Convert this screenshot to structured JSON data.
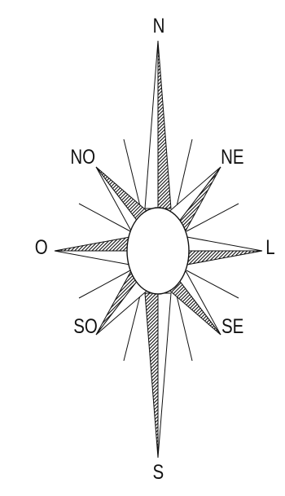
{
  "compass": {
    "labels": {
      "n": "N",
      "ne": "NE",
      "no": "NO",
      "o": "O",
      "l": "L",
      "so": "SO",
      "se": "SE",
      "s": "S"
    },
    "colors": {
      "line": "#111111",
      "fill_dark": "#333333",
      "background": "#ffffff"
    }
  }
}
